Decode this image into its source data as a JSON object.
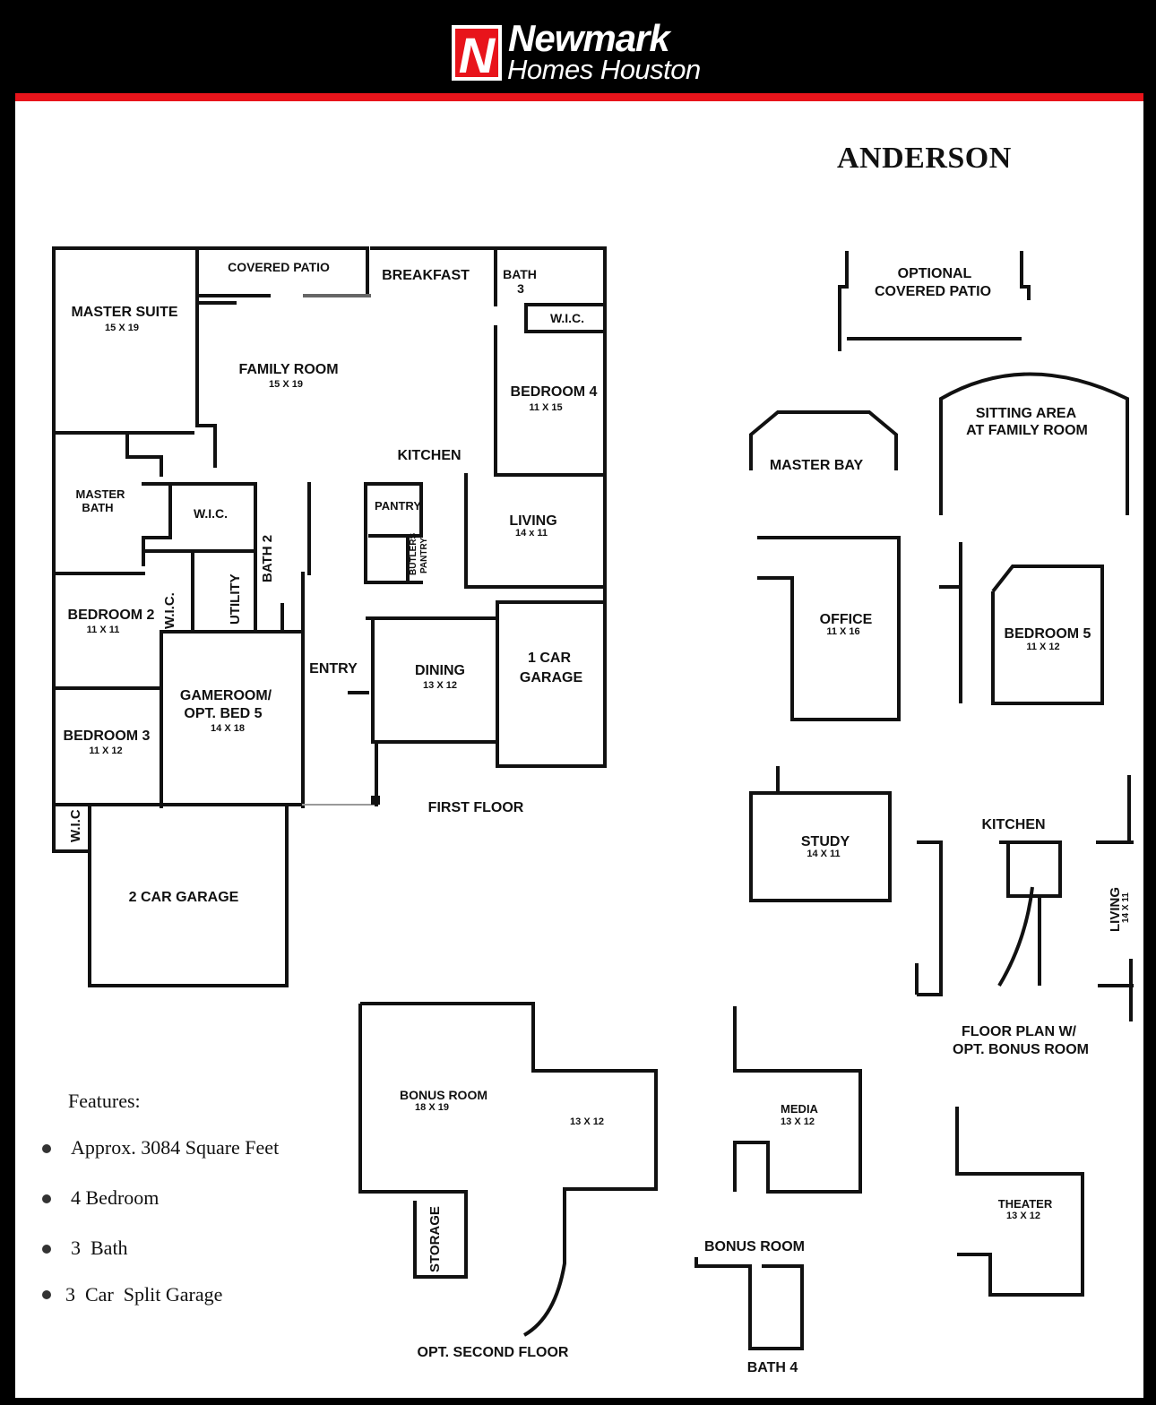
{
  "brand": {
    "logo_letter": "N",
    "line1": "Newmark",
    "line2": "Homes Houston",
    "header_color": "#000000",
    "accent_color": "#e8141b"
  },
  "plan_name": "ANDERSON",
  "first_floor": {
    "caption": "FIRST FLOOR",
    "rooms": {
      "covered_patio": "COVERED PATIO",
      "breakfast": "BREAKFAST",
      "bath3_a": "BATH",
      "bath3_b": "3",
      "master_suite": "MASTER SUITE",
      "master_suite_dim": "15 X 19",
      "family_room": "FAMILY ROOM",
      "family_room_dim": "15 X 19",
      "wic_bed4": "W.I.C.",
      "bedroom4": "BEDROOM 4",
      "bedroom4_dim": "11 X 15",
      "kitchen": "KITCHEN",
      "master_bath_a": "MASTER",
      "master_bath_b": "BATH",
      "wic_master": "W.I.C.",
      "pantry": "PANTRY",
      "butlers_pantry_a": "BUTLERS",
      "butlers_pantry_b": "PANTRY",
      "living": "LIVING",
      "living_dim": "14 x 11",
      "bath2": "BATH 2",
      "utility": "UTILITY",
      "bedroom2": "BEDROOM 2",
      "bedroom2_dim": "11 X 11",
      "wic_bed2": "W.I.C.",
      "entry": "ENTRY",
      "dining": "DINING",
      "dining_dim": "13 X 12",
      "one_car_a": "1 CAR",
      "one_car_b": "GARAGE",
      "gameroom_a": "GAMEROOM/",
      "gameroom_b": "OPT. BED 5",
      "gameroom_dim": "14 X 18",
      "bedroom3": "BEDROOM 3",
      "bedroom3_dim": "11 X 12",
      "wic_bed3": "W.I.C",
      "two_car": "2 CAR GARAGE"
    }
  },
  "options": {
    "covered_patio_a": "OPTIONAL",
    "covered_patio_b": "COVERED PATIO",
    "sitting_a": "SITTING AREA",
    "sitting_b": "AT FAMILY ROOM",
    "master_bay": "MASTER BAY",
    "office": "OFFICE",
    "office_dim": "11 X 16",
    "bedroom5": "BEDROOM 5",
    "bedroom5_dim": "11 X 12",
    "study": "STUDY",
    "study_dim": "14 X 11",
    "kitchen": "KITCHEN",
    "living": "LIVING",
    "living_dim": "14 X 11",
    "bonus_plan_a": "FLOOR PLAN W/",
    "bonus_plan_b": "OPT. BONUS ROOM"
  },
  "second_floor": {
    "caption": "OPT. SECOND FLOOR",
    "bonus_room": "BONUS ROOM",
    "bonus_room_dim": "18 X 19",
    "bonus_dim2": "13 X 12",
    "storage": "STORAGE",
    "media": "MEDIA",
    "media_dim": "13 X 12",
    "bonus_room2": "BONUS ROOM",
    "bath4": "BATH 4",
    "theater": "THEATER",
    "theater_dim": "13 X 12"
  },
  "features": {
    "title": "Features:",
    "items": [
      "Approx. 3084 Square Feet",
      "4 Bedroom",
      "3  Bath",
      "3  Car  Split Garage"
    ]
  }
}
